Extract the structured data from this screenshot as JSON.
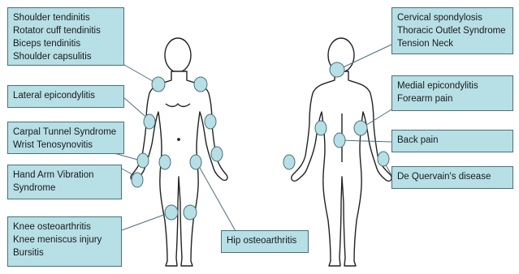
{
  "colors": {
    "box_fill": "#b7dfe6",
    "box_border": "#4a6f78",
    "marker_fill": "#b7dfe6",
    "marker_stroke": "#4a6f78",
    "body_outline": "#222222",
    "leader_line": "#4a6f78"
  },
  "labels": {
    "shoulder": [
      "Shoulder tendinitis",
      "Rotator cuff tendinitis",
      "Biceps tendinitis",
      "Shoulder capsulitis"
    ],
    "elbow_lateral": [
      "Lateral epicondylitis"
    ],
    "wrist": [
      "Carpal Tunnel Syndrome",
      "Wrist Tenosynovitis"
    ],
    "hand_vibration": [
      "Hand Arm Vibration",
      "Syndrome"
    ],
    "knee": [
      "Knee osteoarthritis",
      "Knee meniscus injury",
      "Bursitis"
    ],
    "hip": [
      "Hip osteoarthritis"
    ],
    "neck": [
      "Cervical spondylosis",
      "Thoracic Outlet Syndrome",
      "Tension Neck"
    ],
    "elbow_medial": [
      "Medial epicondylitis",
      "Forearm pain"
    ],
    "back": [
      "Back pain"
    ],
    "thumb": [
      "De Quervain's disease"
    ]
  }
}
